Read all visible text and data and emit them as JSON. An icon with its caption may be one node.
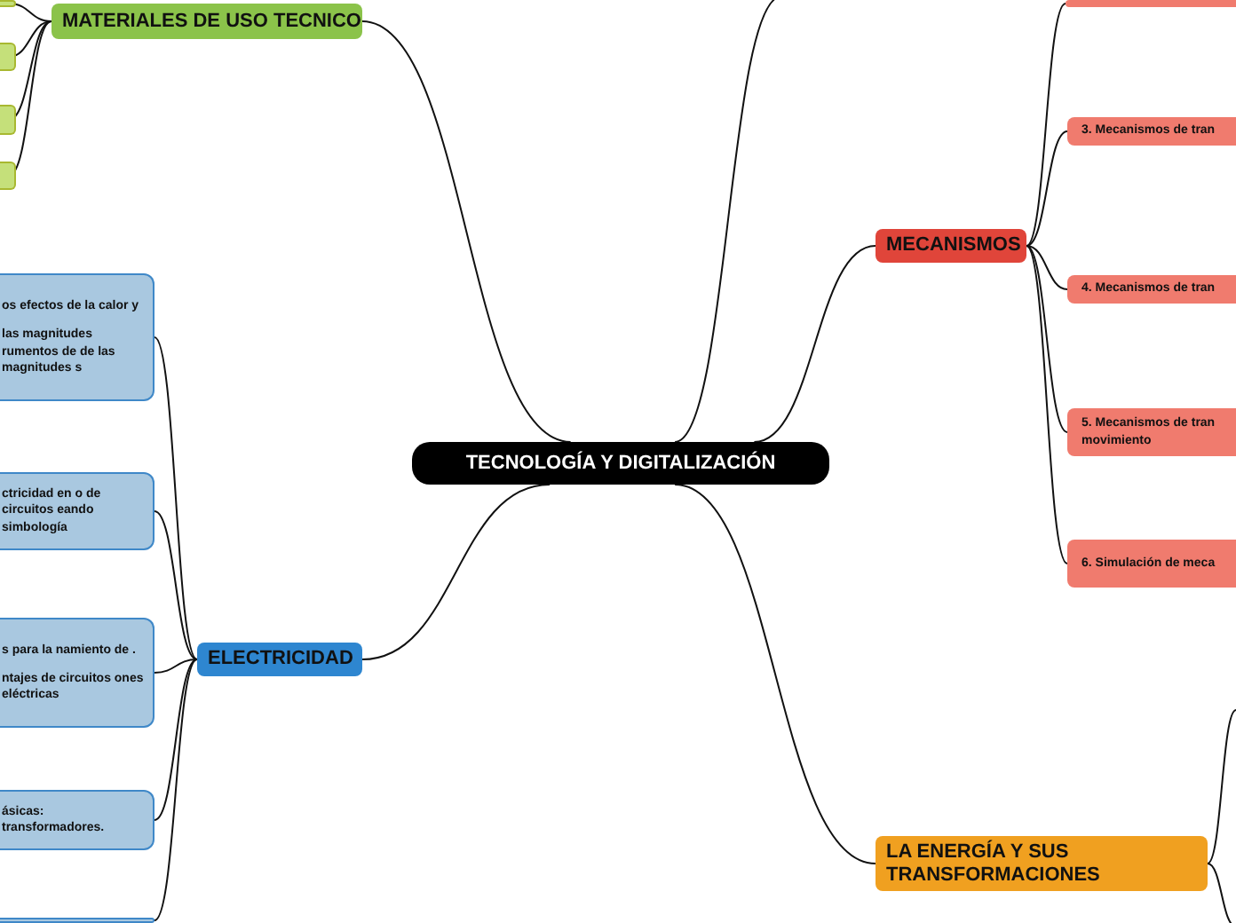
{
  "diagram": {
    "nodes": [
      {
        "text": [
          "TECNOLOGÍA Y DIGITALIZACIÓN"
        ]
      },
      {
        "text": [
          "MATERIALES DE USO TECNICO"
        ]
      },
      {
        "text": [],
        "shape": "box"
      },
      {
        "text": [],
        "shape": "box"
      },
      {
        "text": [],
        "shape": "box"
      },
      {
        "text": [],
        "shape": "box"
      },
      {
        "text": [
          "MECANISMOS"
        ]
      },
      {
        "text": [],
        "shape": "box"
      },
      {
        "text": [
          "3. Mecanismos de tran"
        ]
      },
      {
        "text": [
          "4. Mecanismos de tran"
        ]
      },
      {
        "text": [
          "5. Mecanismos de tran movimiento"
        ]
      },
      {
        "text": [
          "6. Simulación de meca"
        ]
      },
      {
        "text": [
          "ELECTRICIDAD"
        ]
      },
      {
        "text": [
          "os efectos de la calor y",
          "las magnitudes rumentos de de las magnitudes s"
        ]
      },
      {
        "text": [
          "ctricidad en o de circuitos eando simbología"
        ]
      },
      {
        "text": [
          "s para la namiento de .",
          "ntajes de circuitos ones eléctricas"
        ]
      },
      {
        "text": [
          "ásicas: transformadores."
        ]
      },
      {
        "text": [],
        "shape": "box"
      },
      {
        "text": [
          "LA ENERGÍA Y SUS TRANSFORMACIONES"
        ]
      }
    ],
    "edges": [
      {
        "from": 0,
        "to": 1,
        "arrow": "none"
      },
      {
        "from": 0,
        "to": 6,
        "arrow": "none"
      },
      {
        "from": 0,
        "to": 12,
        "arrow": "none"
      },
      {
        "from": 0,
        "to": 18,
        "arrow": "none"
      },
      {
        "from": 0,
        "to": null,
        "arrow": "none"
      },
      {
        "from": 1,
        "to": 2,
        "arrow": "none"
      },
      {
        "from": 1,
        "to": 3,
        "arrow": "none"
      },
      {
        "from": 1,
        "to": 4,
        "arrow": "none"
      },
      {
        "from": 1,
        "to": 5,
        "arrow": "none"
      },
      {
        "from": 6,
        "to": 7,
        "arrow": "none"
      },
      {
        "from": 6,
        "to": 8,
        "arrow": "none"
      },
      {
        "from": 6,
        "to": 9,
        "arrow": "none"
      },
      {
        "from": 6,
        "to": 10,
        "arrow": "none"
      },
      {
        "from": 6,
        "to": 11,
        "arrow": "none"
      },
      {
        "from": 12,
        "to": 13,
        "arrow": "none"
      },
      {
        "from": 12,
        "to": 14,
        "arrow": "none"
      },
      {
        "from": 12,
        "to": 15,
        "arrow": "none"
      },
      {
        "from": 12,
        "to": 16,
        "arrow": "none"
      },
      {
        "from": 12,
        "to": 17,
        "arrow": "none"
      },
      {
        "from": 18,
        "to": null,
        "arrow": "none"
      },
      {
        "from": 18,
        "to": null,
        "arrow": "none"
      }
    ]
  }
}
